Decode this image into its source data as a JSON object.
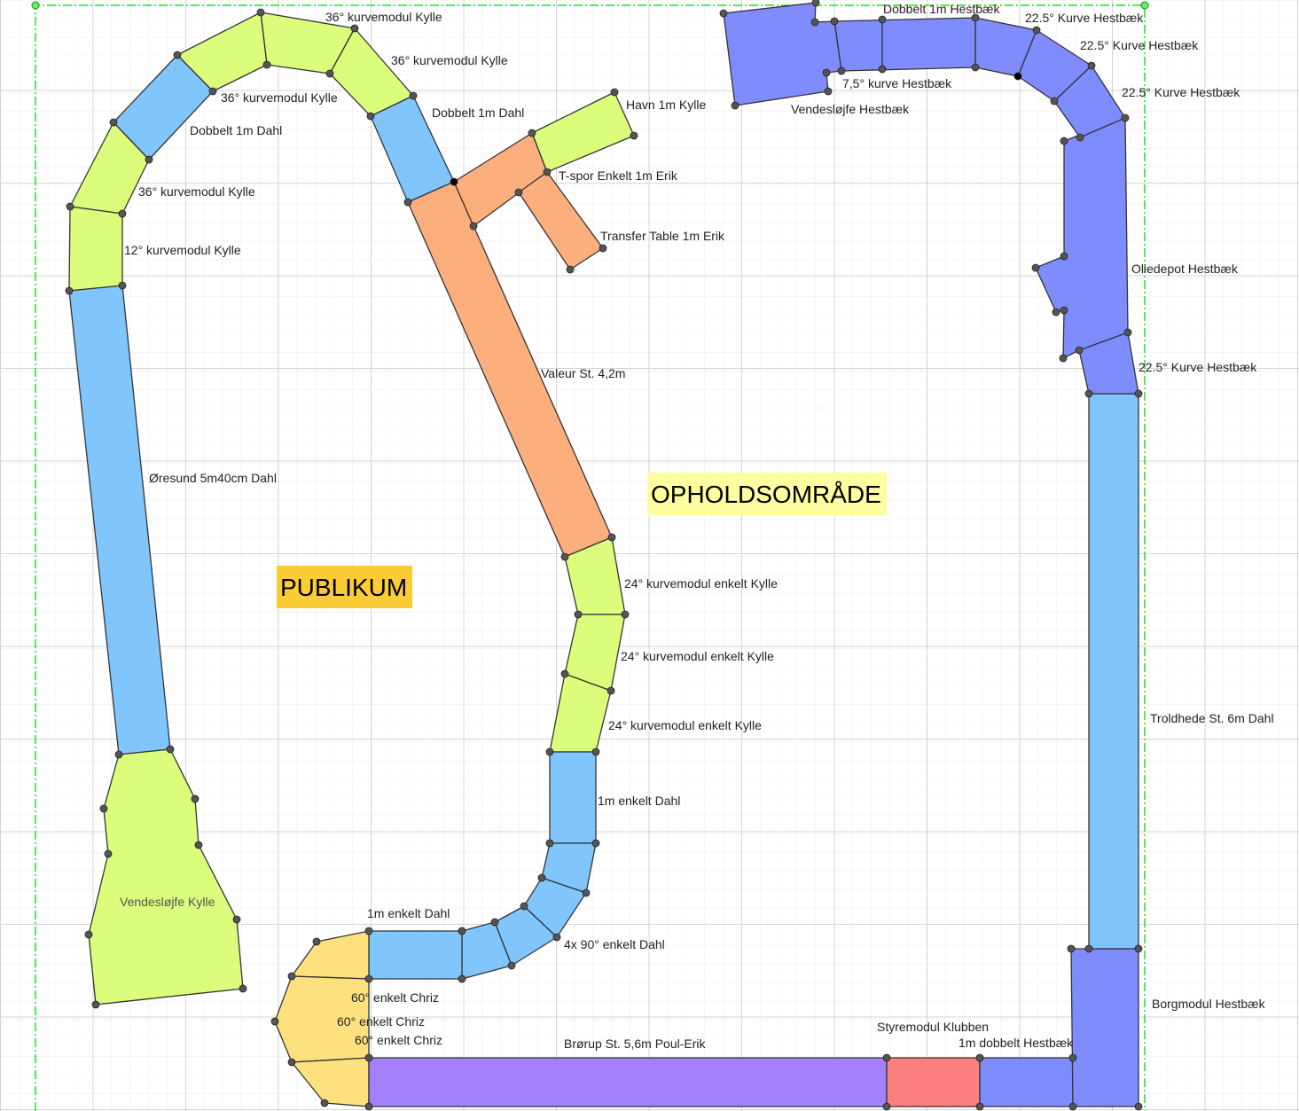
{
  "colors": {
    "lime": "#dbfd7b",
    "lightblue": "#80c6fd",
    "salmon": "#fdae7d",
    "periwinkle": "#7f8cfd",
    "purple": "#a381fd",
    "red": "#fd7f7f",
    "yellow": "#fde17f",
    "outline": "#333333",
    "grid": "#dcdcdc",
    "frame": "#00cc00",
    "publikum_bg": "#fbcc35",
    "ophold_bg": "#fefea0"
  },
  "areas": {
    "publikum": "PUBLIKUM",
    "ophold": "OPHOLDSOMRÅDE"
  },
  "labels": {
    "kylle_36a": "36° kurvemodul Kylle",
    "kylle_36b": "36° kurvemodul Kylle",
    "kylle_36c": "36° kurvemodul Kylle",
    "kylle_36d": "36° kurvemodul Kylle",
    "kylle_12": "12° kurvemodul Kylle",
    "dahl_double_left": "Dobbelt 1m Dahl",
    "dahl_double_mid": "Dobbelt 1m Dahl",
    "oresund": "Øresund 5m40cm Dahl",
    "vendesloejfe_kylle": "Vendesløjfe Kylle",
    "havn": "Havn 1m Kylle",
    "tspor": "T-spor Enkelt 1m Erik",
    "transfer": "Transfer Table 1m Erik",
    "valeur": "Valeur St. 4,2m",
    "kylle_24a": "24° kurvemodul enkelt Kylle",
    "kylle_24b": "24° kurvemodul enkelt Kylle",
    "kylle_24c": "24° kurvemodul enkelt Kylle",
    "dahl_1m_right": "1m enkelt Dahl",
    "dahl_90": "4x 90° enkelt Dahl",
    "dahl_1m_bottom": "1m enkelt Dahl",
    "chriz_a": "60° enkelt Chriz",
    "chriz_b": "60° enkelt Chriz",
    "chriz_c": "60° enkelt Chriz",
    "broerup": "Brørup St. 5,6m Poul-Erik",
    "styremodul": "Styremodul Klubben",
    "hestbaek_double_bottom": "1m dobbelt Hestbæk",
    "borgmodul": "Borgmodul Hestbæk",
    "troldhede": "Troldhede St. 6m Dahl",
    "hestbaek_225_d": "22.5° Kurve Hestbæk",
    "oliedepot": "Oliedepot Hestbæk",
    "hestbaek_225_c": "22.5° Kurve Hestbæk",
    "hestbaek_225_b": "22.5° Kurve Hestbæk",
    "hestbaek_225_a": "22.5° Kurve Hestbæk",
    "hestbaek_double_top": "Dobbelt 1m Hestbæk",
    "hestbaek_75": "7,5° kurve Hestbæk",
    "vendesloejfe_hestbaek": "Vendesløjfe Hestbæk"
  }
}
